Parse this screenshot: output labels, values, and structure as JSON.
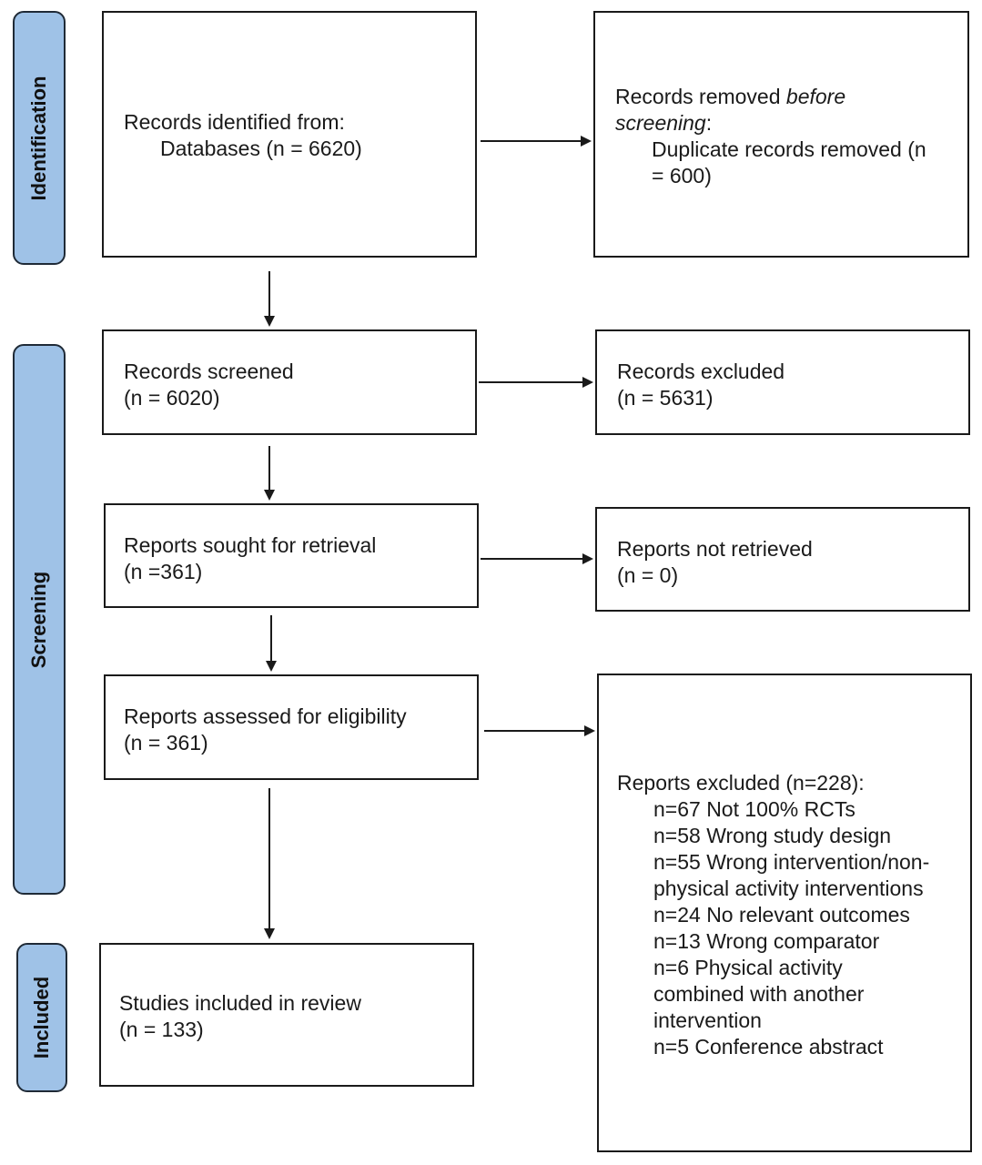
{
  "colors": {
    "phase_fill": "#9fc2e7",
    "border": "#1a1a1a"
  },
  "phases": {
    "identification": "Identification",
    "screening": "Screening",
    "included": "Included"
  },
  "boxes": {
    "records_identified": {
      "line1": "Records identified from:",
      "line2": "Databases (n = 6620)"
    },
    "records_removed": {
      "line1_start": "Records removed ",
      "line1_em": "before",
      "line2_em": "screening",
      "line2_end": ":",
      "line3": "Duplicate records removed (n",
      "line4": "= 600)"
    },
    "records_screened": {
      "line1": "Records screened",
      "line2": "(n = 6020)"
    },
    "records_excluded": {
      "line1": "Records excluded",
      "line2": "(n = 5631)"
    },
    "reports_sought": {
      "line1": "Reports sought for retrieval",
      "line2": "(n =361)"
    },
    "reports_not_retrieved": {
      "line1": "Reports not retrieved",
      "line2": "(n = 0)"
    },
    "reports_assessed": {
      "line1": "Reports assessed for eligibility",
      "line2": "(n = 361)"
    },
    "reports_excluded": {
      "title": "Reports excluded (n=228):",
      "items": [
        "n=67 Not 100% RCTs",
        "n=58 Wrong study design",
        "n=55 Wrong intervention/non-",
        "physical activity interventions",
        "n=24 No relevant outcomes",
        "n=13 Wrong comparator",
        "n=6 Physical activity",
        "combined with another",
        "intervention",
        "n=5 Conference abstract"
      ]
    },
    "studies_included": {
      "line1": "Studies included in review",
      "line2": "(n = 133)"
    }
  }
}
